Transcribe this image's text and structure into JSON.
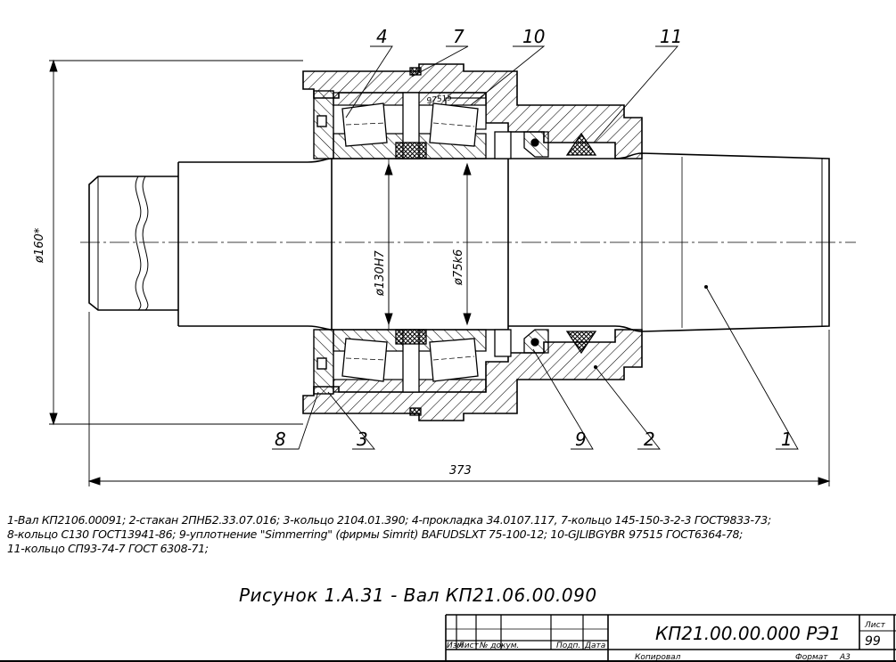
{
  "callouts": {
    "c1": "1",
    "c2": "2",
    "c3": "3",
    "c4": "4",
    "c7": "7",
    "c8": "8",
    "c9": "9",
    "c10": "10",
    "c11": "11"
  },
  "dimensions": {
    "outer_dia": "ø160*",
    "bore": "ø130H7",
    "shaft": "ø75k6",
    "length": "373",
    "bearing_mark": "97515"
  },
  "legend": {
    "line1": "1-Вал КП2106.00091; 2-стакан 2ПНБ2.33.07.016; 3-кольцо 2104.01.390; 4-прокладка 34.0107.117, 7-кольцо 145-150-3-2-3 ГОСТ9833-73;",
    "line2": "8-кольцо С130 ГОСТ13941-86; 9-уплотнение \"Simmerring\" (фирмы Simrit) BAFUDSLXT 75-100-12; 10-GJLIBGYBR 97515 ГОСТ6364-78;",
    "line3": "11-кольцо СП93-74-7 ГОСТ 6308-71;"
  },
  "caption": "Рисунок 1.А.31 - Вал КП21.06.00.090",
  "title_block": {
    "doc_number": "КП21.00.00.000 РЭ1",
    "sheet_label": "Лист",
    "sheet_number": "99",
    "col_izm": "Изм",
    "col_list": "Лист",
    "col_doc": "№ докум.",
    "col_sign": "Подп.",
    "col_date": "Дата",
    "copied": "Копировал",
    "format_label": "Формат",
    "format_value": "А3"
  }
}
